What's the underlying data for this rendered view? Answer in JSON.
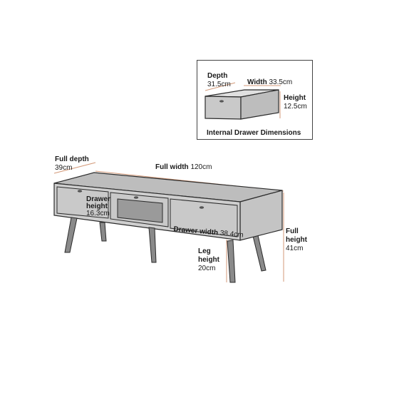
{
  "inset": {
    "depth_label": "Depth",
    "depth_value": "31.5cm",
    "width_label": "Width",
    "width_value": "33.5cm",
    "height_label": "Height",
    "height_value": "12.5cm",
    "caption": "Internal Drawer Dimensions"
  },
  "main": {
    "full_depth_label": "Full depth",
    "full_depth_value": "39cm",
    "full_width_label": "Full width",
    "full_width_value": "120cm",
    "drawer_height_line1": "Drawer",
    "drawer_height_line2": "height",
    "drawer_height_value": "16.3cm",
    "drawer_width_label": "Drawer width",
    "drawer_width_value": "38.4cm",
    "leg_height_line1": "Leg",
    "leg_height_line2": "height",
    "leg_height_value": "20cm",
    "full_height_line1": "Full",
    "full_height_line2": "height",
    "full_height_value": "41cm"
  },
  "colors": {
    "body_fill": "#c9c9c9",
    "top_fill": "#bdbdbd",
    "outline": "#2b2b2b",
    "dimension_line": "#d39a7a",
    "leg_fill": "#8a8a8a"
  }
}
